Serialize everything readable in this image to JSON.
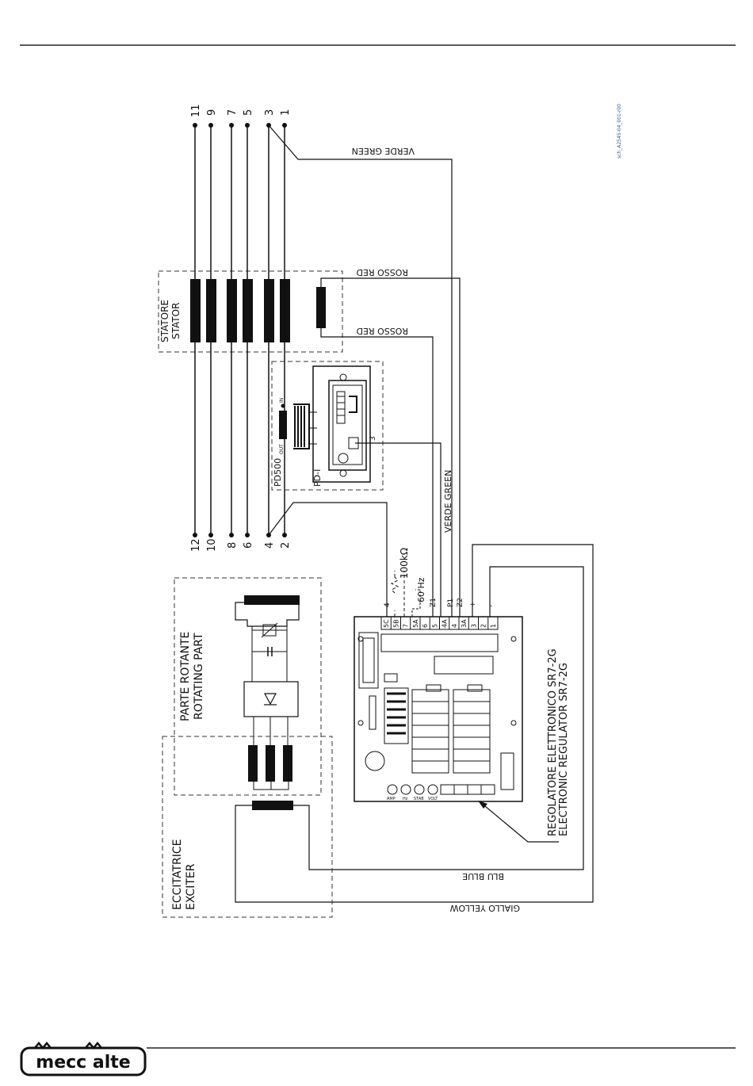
{
  "drawing_code": "sch_A2545-04_001-r00",
  "stator": {
    "label_it": "STATORE",
    "label_en": "STATOR"
  },
  "terminals_top": [
    "11",
    "9",
    "7",
    "5",
    "3",
    "1"
  ],
  "terminals_bottom": [
    "12",
    "10",
    "8",
    "6",
    "4",
    "2"
  ],
  "wires": {
    "green_top": "VERDE GREEN",
    "red_top": "ROSSO RED",
    "red_bottom": "ROSSO RED",
    "green_vertical": "VERDE GREEN",
    "blue": "BLU BLUE",
    "yellow": "GIALLO YELLOW"
  },
  "pd500": {
    "label": "PD500",
    "sub": "PD-I",
    "in_label": "IN",
    "out_label": "OUT",
    "wire_num": "3"
  },
  "rotating": {
    "label_it": "PARTE ROTANTE",
    "label_en": "ROTATING PART"
  },
  "exciter": {
    "label_it": "ECCITATRICE",
    "label_en": "EXCITER"
  },
  "regulator": {
    "label_it": "REGOLATORE ELETTRONICO SR7-2G",
    "label_en": "ELECTRONIC REGULATOR SR7-2G",
    "terminals": [
      "5C",
      "5B",
      "7",
      "5A",
      "6",
      "5",
      "4A",
      "4",
      "3A",
      "3",
      "2",
      "1"
    ],
    "wire_labels": [
      "4",
      "Z1",
      "P1",
      "Z2",
      "+",
      "-"
    ],
    "resistor": "100kΩ",
    "freq": "60 Hz",
    "pot_labels": [
      "AMP",
      "Hz",
      "STAB",
      "VOLT"
    ]
  },
  "footer": {
    "logo_text": "mecc alte"
  }
}
